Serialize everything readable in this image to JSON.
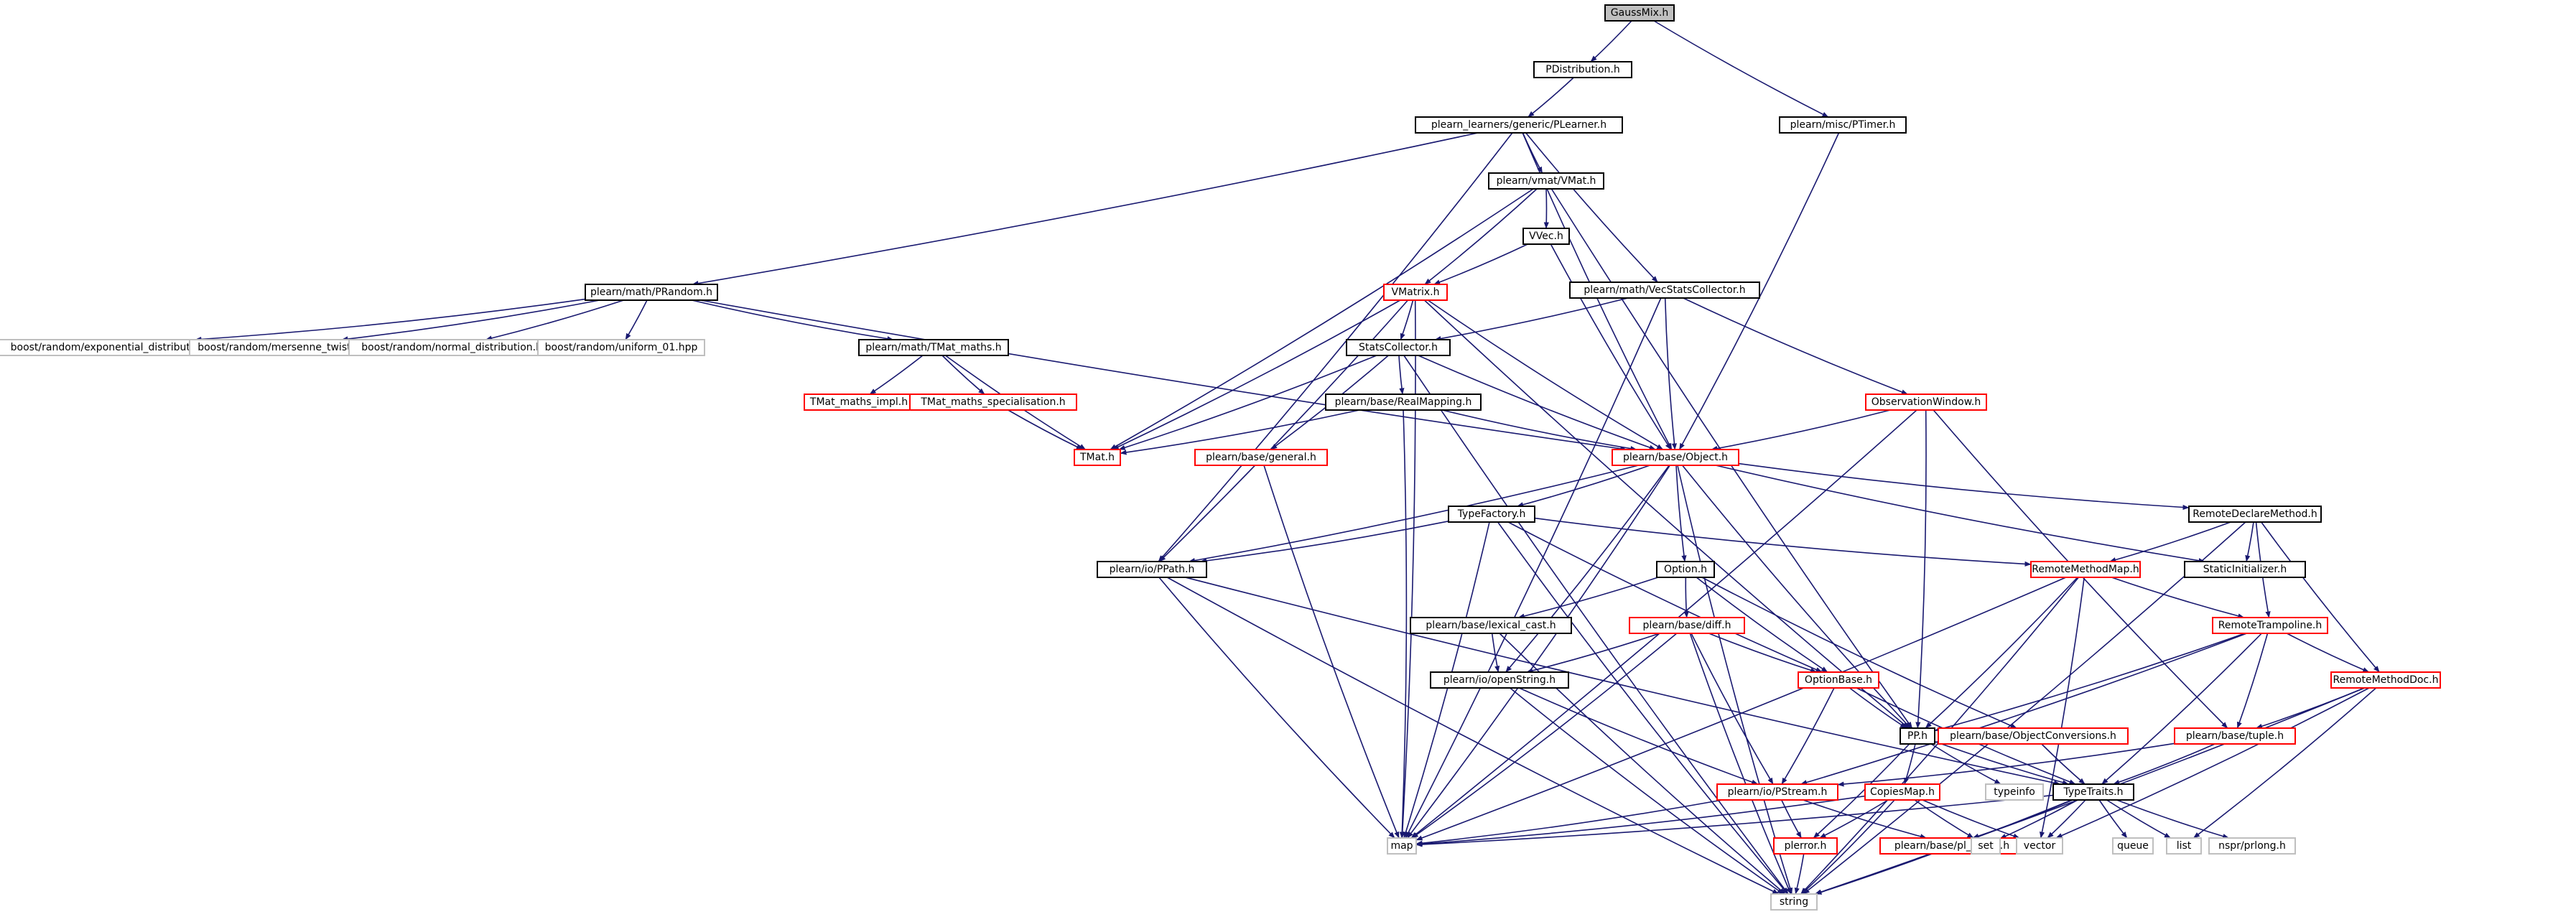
{
  "diagram": {
    "type": "include-dependency-graph",
    "colors": {
      "root_fill": "#bfbfbf",
      "node_border": "#000000",
      "truncated_border": "#ff0000",
      "external_border": "#bfbfbf",
      "edge": "#191970",
      "text": "#000000"
    },
    "nodes": [
      {
        "id": "gaussmix",
        "label": "GaussMix.h",
        "kind": "root"
      },
      {
        "id": "pdistribution",
        "label": "PDistribution.h",
        "kind": "normal"
      },
      {
        "id": "plearner",
        "label": "plearn_learners/generic/PLearner.h",
        "kind": "normal"
      },
      {
        "id": "ptimer",
        "label": "plearn/misc/PTimer.h",
        "kind": "normal"
      },
      {
        "id": "vmat",
        "label": "plearn/vmat/VMat.h",
        "kind": "normal"
      },
      {
        "id": "prandom",
        "label": "plearn/math/PRandom.h",
        "kind": "normal"
      },
      {
        "id": "vvec",
        "label": "VVec.h",
        "kind": "normal"
      },
      {
        "id": "vecstatscollector",
        "label": "plearn/math/VecStatsCollector.h",
        "kind": "normal"
      },
      {
        "id": "vmatrix",
        "label": "VMatrix.h",
        "kind": "truncated"
      },
      {
        "id": "boost_exp",
        "label": "boost/random/exponential_distribution.hpp",
        "kind": "external"
      },
      {
        "id": "boost_mt",
        "label": "boost/random/mersenne_twister.hpp",
        "kind": "external"
      },
      {
        "id": "boost_normal",
        "label": "boost/random/normal_distribution.hpp",
        "kind": "external"
      },
      {
        "id": "boost_uniform",
        "label": "boost/random/uniform_01.hpp",
        "kind": "external"
      },
      {
        "id": "tmatmaths",
        "label": "plearn/math/TMat_maths.h",
        "kind": "normal"
      },
      {
        "id": "statscollector",
        "label": "StatsCollector.h",
        "kind": "normal"
      },
      {
        "id": "tmatmathsimpl",
        "label": "TMat_maths_impl.h",
        "kind": "truncated"
      },
      {
        "id": "tmatmathsspec",
        "label": "TMat_maths_specialisation.h",
        "kind": "truncated"
      },
      {
        "id": "realmapping",
        "label": "plearn/base/RealMapping.h",
        "kind": "normal"
      },
      {
        "id": "observationwindow",
        "label": "ObservationWindow.h",
        "kind": "truncated"
      },
      {
        "id": "tmat",
        "label": "TMat.h",
        "kind": "truncated"
      },
      {
        "id": "general",
        "label": "plearn/base/general.h",
        "kind": "truncated"
      },
      {
        "id": "object",
        "label": "plearn/base/Object.h",
        "kind": "truncated"
      },
      {
        "id": "typefactory",
        "label": "TypeFactory.h",
        "kind": "normal"
      },
      {
        "id": "remotedeclaremethod",
        "label": "RemoteDeclareMethod.h",
        "kind": "normal"
      },
      {
        "id": "ppath",
        "label": "plearn/io/PPath.h",
        "kind": "normal"
      },
      {
        "id": "option",
        "label": "Option.h",
        "kind": "normal"
      },
      {
        "id": "remotemethodmap",
        "label": "RemoteMethodMap.h",
        "kind": "truncated"
      },
      {
        "id": "staticinitializer",
        "label": "StaticInitializer.h",
        "kind": "normal"
      },
      {
        "id": "lexicalcast",
        "label": "plearn/base/lexical_cast.h",
        "kind": "normal"
      },
      {
        "id": "diff",
        "label": "plearn/base/diff.h",
        "kind": "truncated"
      },
      {
        "id": "remotetrampoline",
        "label": "RemoteTrampoline.h",
        "kind": "truncated"
      },
      {
        "id": "openstring",
        "label": "plearn/io/openString.h",
        "kind": "normal"
      },
      {
        "id": "optionbase",
        "label": "OptionBase.h",
        "kind": "truncated"
      },
      {
        "id": "remotemethoddoc",
        "label": "RemoteMethodDoc.h",
        "kind": "truncated"
      },
      {
        "id": "pp",
        "label": "PP.h",
        "kind": "normal"
      },
      {
        "id": "objectconversions",
        "label": "plearn/base/ObjectConversions.h",
        "kind": "truncated"
      },
      {
        "id": "tuple",
        "label": "plearn/base/tuple.h",
        "kind": "truncated"
      },
      {
        "id": "typeinfo",
        "label": "typeinfo",
        "kind": "external"
      },
      {
        "id": "pstream",
        "label": "plearn/io/PStream.h",
        "kind": "truncated"
      },
      {
        "id": "copiesmap",
        "label": "CopiesMap.h",
        "kind": "truncated"
      },
      {
        "id": "typetraits",
        "label": "TypeTraits.h",
        "kind": "normal"
      },
      {
        "id": "map",
        "label": "map",
        "kind": "external"
      },
      {
        "id": "plerror",
        "label": "plerror.h",
        "kind": "truncated"
      },
      {
        "id": "pl_stdint",
        "label": "plearn/base/pl_stdint.h",
        "kind": "truncated"
      },
      {
        "id": "set",
        "label": "set",
        "kind": "external"
      },
      {
        "id": "vector",
        "label": "vector",
        "kind": "external"
      },
      {
        "id": "queue",
        "label": "queue",
        "kind": "external"
      },
      {
        "id": "list",
        "label": "list",
        "kind": "external"
      },
      {
        "id": "nsprlong",
        "label": "nspr/prlong.h",
        "kind": "external"
      },
      {
        "id": "string",
        "label": "string",
        "kind": "external"
      }
    ],
    "edges": [
      [
        "gaussmix",
        "pdistribution"
      ],
      [
        "gaussmix",
        "ptimer"
      ],
      [
        "pdistribution",
        "plearner"
      ],
      [
        "plearner",
        "prandom"
      ],
      [
        "plearner",
        "ppath"
      ],
      [
        "plearner",
        "vmat"
      ],
      [
        "plearner",
        "vecstatscollector"
      ],
      [
        "plearner",
        "object"
      ],
      [
        "ptimer",
        "object"
      ],
      [
        "vmat",
        "vvec"
      ],
      [
        "vmat",
        "vmatrix"
      ],
      [
        "vmat",
        "tmat"
      ],
      [
        "vmat",
        "pp"
      ],
      [
        "vvec",
        "vmatrix"
      ],
      [
        "vvec",
        "object"
      ],
      [
        "prandom",
        "boost_exp"
      ],
      [
        "prandom",
        "boost_mt"
      ],
      [
        "prandom",
        "boost_normal"
      ],
      [
        "prandom",
        "boost_uniform"
      ],
      [
        "prandom",
        "tmatmaths"
      ],
      [
        "prandom",
        "object"
      ],
      [
        "tmatmaths",
        "tmatmathsimpl"
      ],
      [
        "tmatmaths",
        "tmatmathsspec"
      ],
      [
        "tmatmaths",
        "tmat"
      ],
      [
        "tmatmathsspec",
        "tmat"
      ],
      [
        "vmatrix",
        "statscollector"
      ],
      [
        "vmatrix",
        "tmat"
      ],
      [
        "vmatrix",
        "object"
      ],
      [
        "vmatrix",
        "ppath"
      ],
      [
        "vmatrix",
        "map"
      ],
      [
        "vmatrix",
        "pp"
      ],
      [
        "vecstatscollector",
        "statscollector"
      ],
      [
        "vecstatscollector",
        "observationwindow"
      ],
      [
        "vecstatscollector",
        "object"
      ],
      [
        "vecstatscollector",
        "map"
      ],
      [
        "statscollector",
        "general"
      ],
      [
        "statscollector",
        "realmapping"
      ],
      [
        "statscollector",
        "tmat"
      ],
      [
        "statscollector",
        "object"
      ],
      [
        "statscollector",
        "string"
      ],
      [
        "realmapping",
        "tmat"
      ],
      [
        "realmapping",
        "object"
      ],
      [
        "realmapping",
        "map"
      ],
      [
        "general",
        "map"
      ],
      [
        "observationwindow",
        "object"
      ],
      [
        "observationwindow",
        "tuple"
      ],
      [
        "observationwindow",
        "pp"
      ],
      [
        "observationwindow",
        "map"
      ],
      [
        "object",
        "typefactory"
      ],
      [
        "object",
        "option"
      ],
      [
        "object",
        "remotedeclaremethod"
      ],
      [
        "object",
        "staticinitializer"
      ],
      [
        "object",
        "ppath"
      ],
      [
        "object",
        "openstring"
      ],
      [
        "object",
        "pp"
      ],
      [
        "object",
        "string"
      ],
      [
        "object",
        "map"
      ],
      [
        "typefactory",
        "ppath"
      ],
      [
        "typefactory",
        "remotemethodmap"
      ],
      [
        "typefactory",
        "optionbase"
      ],
      [
        "typefactory",
        "map"
      ],
      [
        "typefactory",
        "string"
      ],
      [
        "remotedeclaremethod",
        "remotemethodmap"
      ],
      [
        "remotedeclaremethod",
        "staticinitializer"
      ],
      [
        "remotedeclaremethod",
        "remotetrampoline"
      ],
      [
        "remotedeclaremethod",
        "remotemethoddoc"
      ],
      [
        "remotedeclaremethod",
        "string"
      ],
      [
        "ppath",
        "map"
      ],
      [
        "ppath",
        "string"
      ],
      [
        "ppath",
        "typetraits"
      ],
      [
        "option",
        "lexicalcast"
      ],
      [
        "option",
        "diff"
      ],
      [
        "option",
        "optionbase"
      ],
      [
        "option",
        "objectconversions"
      ],
      [
        "remotemethodmap",
        "remotetrampoline"
      ],
      [
        "remotemethodmap",
        "pp"
      ],
      [
        "remotemethodmap",
        "map"
      ],
      [
        "remotemethodmap",
        "vector"
      ],
      [
        "remotemethodmap",
        "string"
      ],
      [
        "lexicalcast",
        "openstring"
      ],
      [
        "lexicalcast",
        "string"
      ],
      [
        "diff",
        "openstring"
      ],
      [
        "diff",
        "optionbase"
      ],
      [
        "diff",
        "pstream"
      ],
      [
        "diff",
        "map"
      ],
      [
        "diff",
        "string"
      ],
      [
        "remotetrampoline",
        "remotemethoddoc"
      ],
      [
        "remotetrampoline",
        "tuple"
      ],
      [
        "remotetrampoline",
        "pp"
      ],
      [
        "remotetrampoline",
        "typetraits"
      ],
      [
        "remotetrampoline",
        "pstream"
      ],
      [
        "openstring",
        "pstream"
      ],
      [
        "openstring",
        "string"
      ],
      [
        "optionbase",
        "pp"
      ],
      [
        "optionbase",
        "pstream"
      ],
      [
        "optionbase",
        "typetraits"
      ],
      [
        "remotemethoddoc",
        "tuple"
      ],
      [
        "remotemethoddoc",
        "string"
      ],
      [
        "remotemethoddoc",
        "list"
      ],
      [
        "remotemethoddoc",
        "vector"
      ],
      [
        "pp",
        "typeinfo"
      ],
      [
        "pp",
        "copiesmap"
      ],
      [
        "pp",
        "typetraits"
      ],
      [
        "pp",
        "plerror"
      ],
      [
        "objectconversions",
        "typetraits"
      ],
      [
        "tuple",
        "typetraits"
      ],
      [
        "tuple",
        "pstream"
      ],
      [
        "pstream",
        "map"
      ],
      [
        "pstream",
        "plerror"
      ],
      [
        "pstream",
        "pl_stdint"
      ],
      [
        "copiesmap",
        "map"
      ],
      [
        "copiesmap",
        "set"
      ],
      [
        "copiesmap",
        "vector"
      ],
      [
        "copiesmap",
        "plerror"
      ],
      [
        "copiesmap",
        "string"
      ],
      [
        "typetraits",
        "map"
      ],
      [
        "typetraits",
        "pl_stdint"
      ],
      [
        "typetraits",
        "set"
      ],
      [
        "typetraits",
        "vector"
      ],
      [
        "typetraits",
        "queue"
      ],
      [
        "typetraits",
        "list"
      ],
      [
        "typetraits",
        "nsprlong"
      ],
      [
        "typetraits",
        "string"
      ],
      [
        "plerror",
        "string"
      ]
    ]
  }
}
